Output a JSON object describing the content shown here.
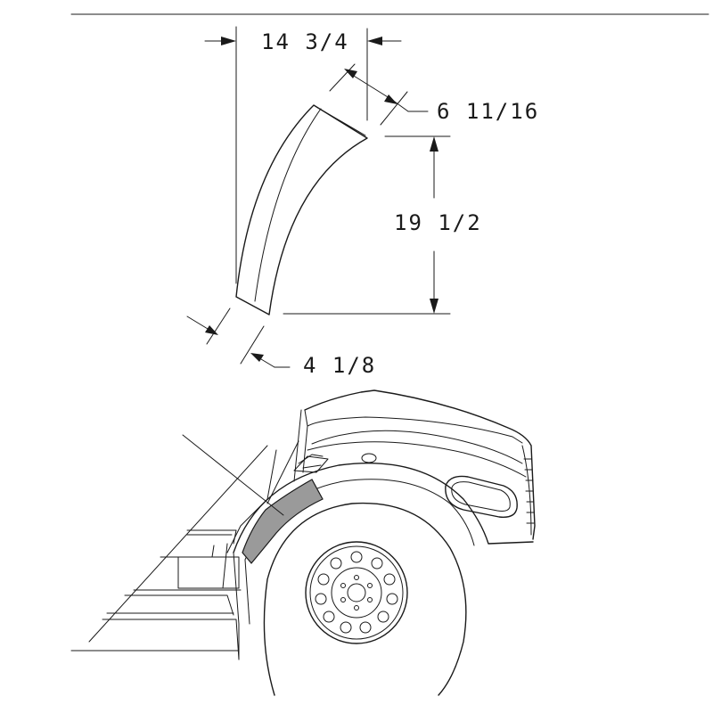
{
  "dimensions": {
    "width_top": "14 3/4",
    "thickness_top": "6 11/16",
    "height": "19 1/2",
    "thickness_bottom": "4 1/8"
  },
  "colors": {
    "line": "#1a1a1a",
    "highlight": "#9a9a9a",
    "background": "#ffffff"
  }
}
